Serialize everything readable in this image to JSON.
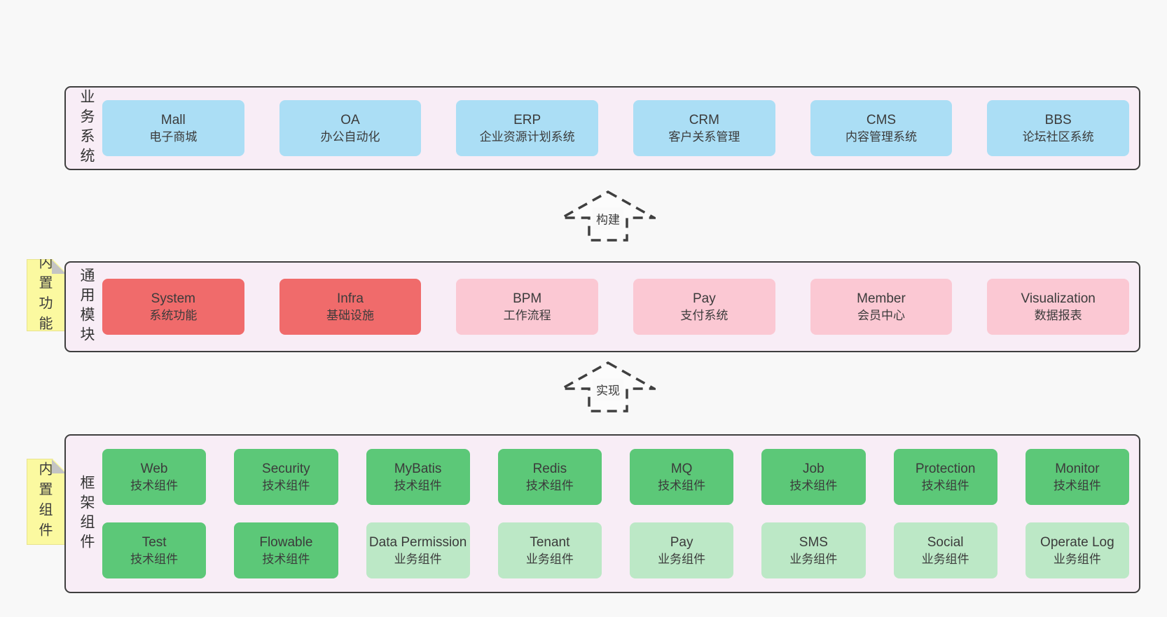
{
  "diagram": {
    "colors": {
      "page_bg": "#f8f8f8",
      "panel_bg": "#f8edf6",
      "panel_border": "#3f3f3f",
      "box_blue": "#abdef5",
      "box_red": "#f06b6b",
      "box_pink": "#fbc8d3",
      "box_green": "#5cc878",
      "box_lightgreen": "#bce8c6",
      "note_yellow": "#fbf9a0",
      "note_fold_gray": "#c4c4c4",
      "text": "#3b3b3b"
    },
    "arrows": [
      {
        "label": "构建"
      },
      {
        "label": "实现"
      }
    ],
    "notes": [
      {
        "text": "内置功能"
      },
      {
        "text": "内置组件"
      }
    ],
    "sections": {
      "business": {
        "label": "业务系统",
        "boxes": [
          {
            "name": "Mall",
            "desc": "电子商城"
          },
          {
            "name": "OA",
            "desc": "办公自动化"
          },
          {
            "name": "ERP",
            "desc": "企业资源计划系统"
          },
          {
            "name": "CRM",
            "desc": "客户关系管理"
          },
          {
            "name": "CMS",
            "desc": "内容管理系统"
          },
          {
            "name": "BBS",
            "desc": "论坛社区系统"
          }
        ]
      },
      "modules": {
        "label": "通用模块",
        "boxes": [
          {
            "name": "System",
            "desc": "系统功能",
            "variant": "red"
          },
          {
            "name": "Infra",
            "desc": "基础设施",
            "variant": "red"
          },
          {
            "name": "BPM",
            "desc": "工作流程",
            "variant": "pink"
          },
          {
            "name": "Pay",
            "desc": "支付系统",
            "variant": "pink"
          },
          {
            "name": "Member",
            "desc": "会员中心",
            "variant": "pink"
          },
          {
            "name": "Visualization",
            "desc": "数据报表",
            "variant": "pink"
          }
        ]
      },
      "components": {
        "label": "框架组件",
        "row1": [
          {
            "name": "Web",
            "desc": "技术组件",
            "variant": "green"
          },
          {
            "name": "Security",
            "desc": "技术组件",
            "variant": "green"
          },
          {
            "name": "MyBatis",
            "desc": "技术组件",
            "variant": "green"
          },
          {
            "name": "Redis",
            "desc": "技术组件",
            "variant": "green"
          },
          {
            "name": "MQ",
            "desc": "技术组件",
            "variant": "green"
          },
          {
            "name": "Job",
            "desc": "技术组件",
            "variant": "green"
          },
          {
            "name": "Protection",
            "desc": "技术组件",
            "variant": "green"
          },
          {
            "name": "Monitor",
            "desc": "技术组件",
            "variant": "green"
          }
        ],
        "row2": [
          {
            "name": "Test",
            "desc": "技术组件",
            "variant": "green"
          },
          {
            "name": "Flowable",
            "desc": "技术组件",
            "variant": "green"
          },
          {
            "name": "Data Permission",
            "desc": "业务组件",
            "variant": "lightgreen"
          },
          {
            "name": "Tenant",
            "desc": "业务组件",
            "variant": "lightgreen"
          },
          {
            "name": "Pay",
            "desc": "业务组件",
            "variant": "lightgreen"
          },
          {
            "name": "SMS",
            "desc": "业务组件",
            "variant": "lightgreen"
          },
          {
            "name": "Social",
            "desc": "业务组件",
            "variant": "lightgreen"
          },
          {
            "name": "Operate Log",
            "desc": "业务组件",
            "variant": "lightgreen"
          }
        ]
      }
    }
  }
}
